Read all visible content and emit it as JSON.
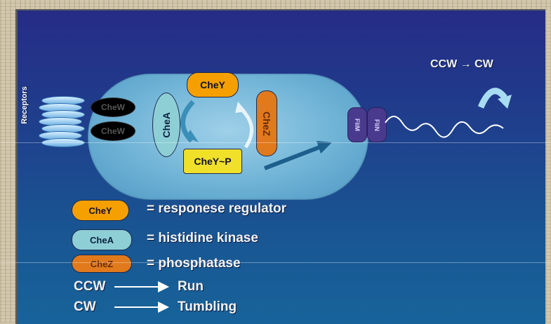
{
  "diagram": {
    "receptors_label": "Receptors",
    "chew_top": "CheW",
    "chew_bottom": "CheW",
    "chea": "CheA",
    "chey": "CheY",
    "chey_p": "CheY~P",
    "chez": "CheZ",
    "flim": "FliM",
    "flin": "FliN",
    "ccw_cw": "CCW → CW"
  },
  "legend": {
    "items": [
      {
        "pill": "CheY",
        "text": "= responese regulator"
      },
      {
        "pill": "CheA",
        "text": "= histidine kinase"
      },
      {
        "pill": "CheZ",
        "text": "= phosphatase"
      }
    ],
    "run_key": "CCW",
    "run_value": "Run",
    "tumble_key": "CW",
    "tumble_value": "Tumbling"
  },
  "colors": {
    "chey": "#f5a000",
    "chey_p": "#f0e02a",
    "chez": "#e07a1c",
    "chea": "#8ecfd6",
    "chew": "#000000",
    "motor": "#4a3a8e"
  }
}
